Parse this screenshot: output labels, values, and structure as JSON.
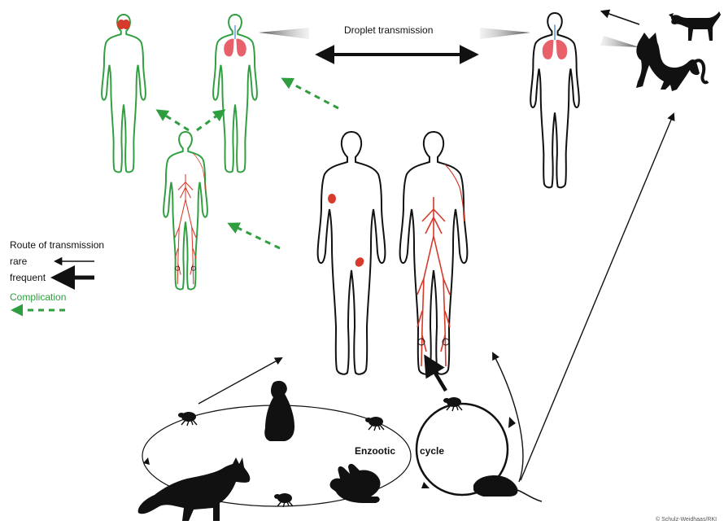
{
  "labels": {
    "droplet": "Droplet transmission",
    "route": "Route of transmission",
    "rare": "rare",
    "frequent": "frequent",
    "complication": "Complication",
    "enzootic": "Enzootic",
    "cycle": "cycle",
    "copyright": "© Schulz-Weidhaas/RKI"
  },
  "colors": {
    "outline_black": "#1a1a1a",
    "outline_green": "#2e9e3e",
    "vessels": "#d63a2a",
    "lungs": "#e8606a",
    "trachea": "#6fa8dc",
    "silhouette": "#111111"
  },
  "icons": [
    "human-figure",
    "lungs",
    "brain",
    "bubo",
    "blood-vessels",
    "dog",
    "cat",
    "prairie-dog",
    "fox",
    "rabbit",
    "rat",
    "flea"
  ]
}
